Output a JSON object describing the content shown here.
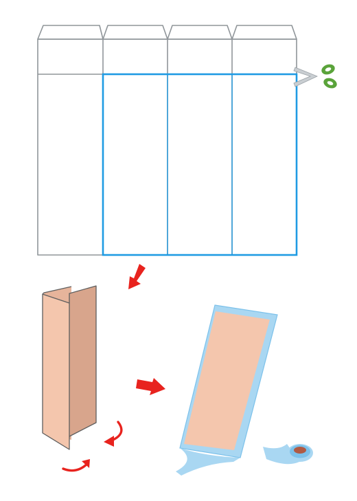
{
  "diagram": {
    "panel_count": 4,
    "highlighted_panels": [
      2,
      3,
      4
    ],
    "steps": [
      "unfolded-carton-cut",
      "folded-panels",
      "taped-strip"
    ]
  },
  "colors": {
    "outline": "#8f9599",
    "cut_line": "#1f9be3",
    "arrow": "#e8231e",
    "paper_front": "#f4c6ad",
    "paper_side": "#d8a58c",
    "paper_back": "#e6b49b",
    "tape": "#a9d7f2",
    "tape_edge": "#7cc1ea",
    "scissors": "#5aa33a",
    "tape_core": "#b05a43"
  }
}
